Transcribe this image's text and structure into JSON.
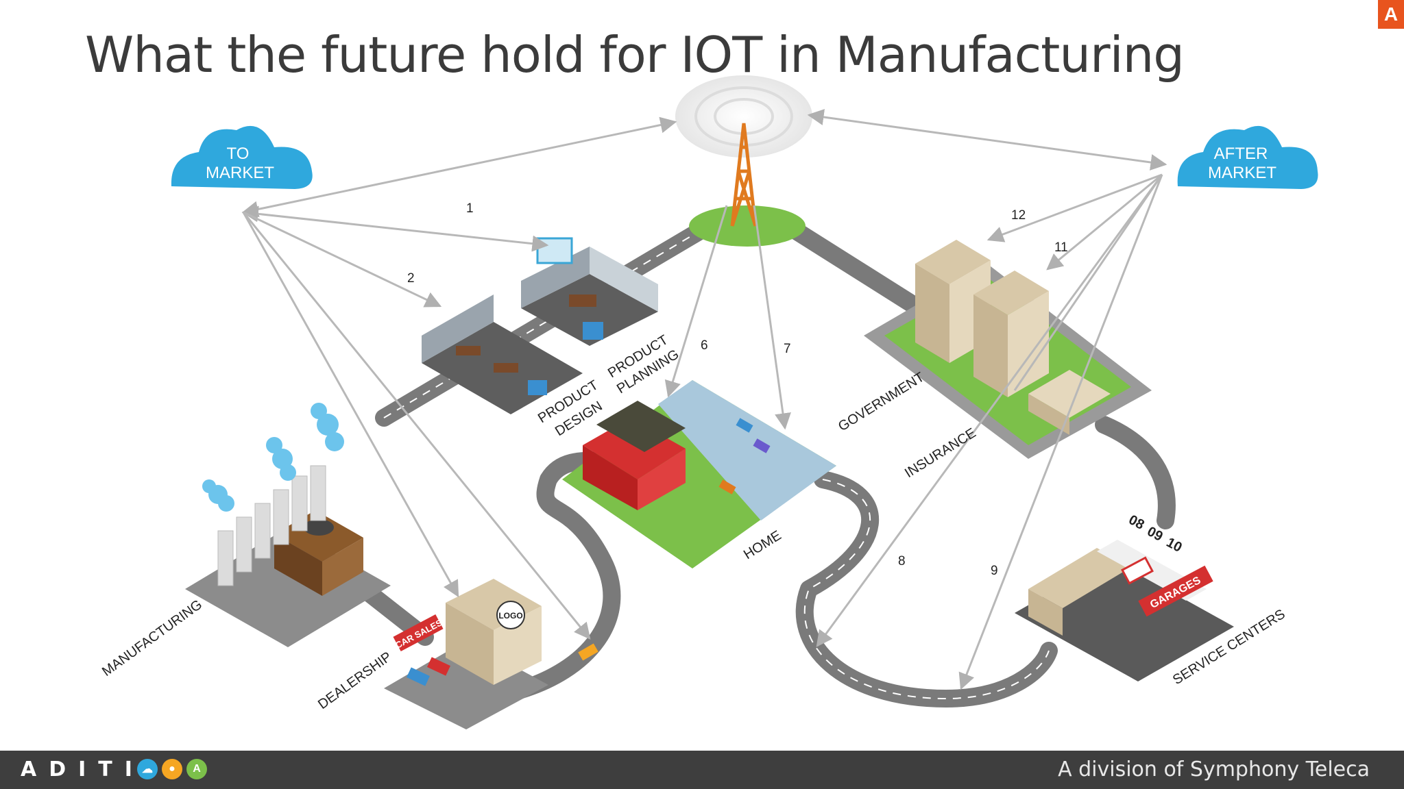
{
  "slide": {
    "title": "What the future hold for IOT in Manufacturing",
    "corner_badge": "A"
  },
  "clouds": {
    "to_market": [
      "TO",
      "MARKET"
    ],
    "after_market": [
      "AFTER",
      "MARKET"
    ]
  },
  "numbers": {
    "n1": "1",
    "n2": "2",
    "n6": "6",
    "n7": "7",
    "n8": "8",
    "n9": "9",
    "n11": "11",
    "n12": "12"
  },
  "labels": {
    "product_planning": [
      "PRODUCT",
      "PLANNING"
    ],
    "product_design": [
      "PRODUCT",
      "DESIGN"
    ],
    "government": "GOVERNMENT",
    "insurance": "INSURANCE",
    "home": "HOME",
    "manufacturing": "MANUFACTURING",
    "dealership": "DEALERSHIP",
    "service_centers": "SERVICE CENTERS"
  },
  "signs": {
    "car_sales": "CAR SALES",
    "logo": "LOGO",
    "garages": "GARAGES",
    "bays": [
      "08",
      "09",
      "10"
    ]
  },
  "footer": {
    "brand": "ADITI",
    "brand_icon_a": "A",
    "division": "A division of Symphony Teleca"
  },
  "colors": {
    "road": "#7a7a7a",
    "arrow": "#b8b8b8",
    "cloud": "#2fa8dd",
    "tower": "#e07a1f",
    "accent": "#e8541e",
    "footer_bg": "#3e3e3e"
  }
}
